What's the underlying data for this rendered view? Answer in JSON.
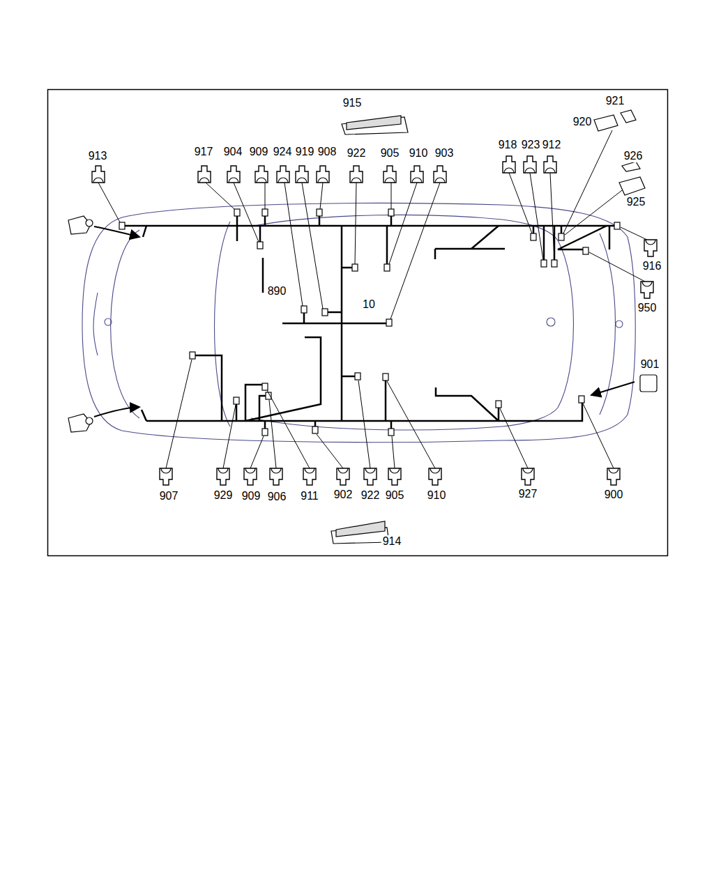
{
  "diagram": {
    "labels": [
      "915",
      "921",
      "920",
      "913",
      "917",
      "904",
      "909",
      "924",
      "919",
      "908",
      "922",
      "905",
      "910",
      "903",
      "918",
      "923",
      "912",
      "926",
      "925",
      "916",
      "890",
      "10",
      "950",
      "901",
      "907",
      "929",
      "909",
      "906",
      "911",
      "902",
      "922",
      "905",
      "910",
      "927",
      "900",
      "914"
    ]
  }
}
